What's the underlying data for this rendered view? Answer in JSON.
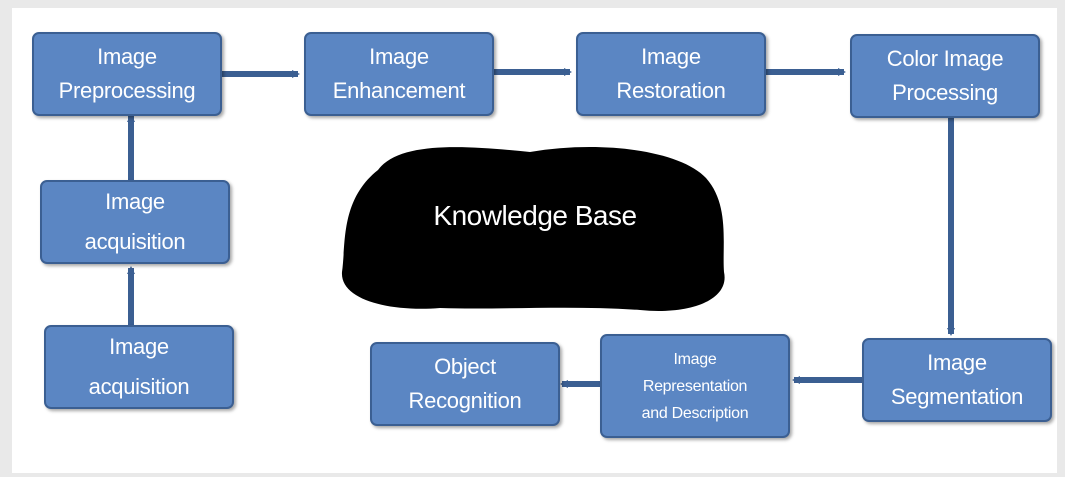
{
  "nodes": {
    "preprocessing": "Image\nPreprocessing",
    "enhancement": "Image\nEnhancement",
    "restoration": "Image\nRestoration",
    "color": "Color Image\nProcessing",
    "acquisition_upper": "Image\nacquisition",
    "acquisition_lower": "Image\nacquisition",
    "segmentation": "Image\nSegmentation",
    "representation": "Image\nRepresentation\nand Description",
    "recognition": "Object\nRecognition"
  },
  "knowledge_base": "Knowledge Base",
  "colors": {
    "node_fill": "#5b86c3",
    "node_border": "#3b5f92",
    "connector": "#3b5f92",
    "knowledge_base": "#000000"
  }
}
